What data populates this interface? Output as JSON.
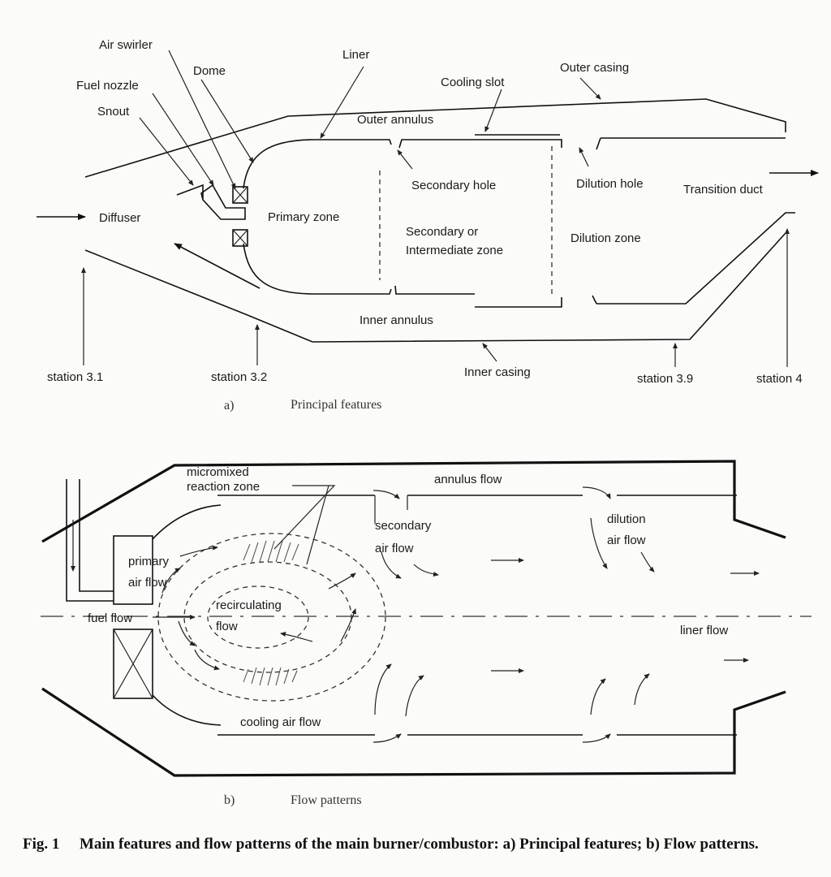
{
  "panel_a": {
    "caption_letter": "a)",
    "caption_text": "Principal features",
    "labels": {
      "air_swirler": "Air swirler",
      "dome": "Dome",
      "fuel_nozzle": "Fuel nozzle",
      "snout": "Snout",
      "liner": "Liner",
      "outer_casing": "Outer casing",
      "cooling_slot": "Cooling slot",
      "outer_annulus": "Outer annulus",
      "secondary_hole": "Secondary hole",
      "dilution_hole": "Dilution hole",
      "transition_duct": "Transition duct",
      "diffuser": "Diffuser",
      "primary_zone": "Primary zone",
      "secondary_zone_line1": "Secondary or",
      "secondary_zone_line2": "Intermediate zone",
      "dilution_zone": "Dilution zone",
      "inner_annulus": "Inner annulus",
      "inner_casing": "Inner casing",
      "station_31": "station 3.1",
      "station_32": "station 3.2",
      "station_39": "station 3.9",
      "station_4": "station 4"
    }
  },
  "panel_b": {
    "caption_letter": "b)",
    "caption_text": "Flow patterns",
    "labels": {
      "micromixed_line1": "micromixed",
      "micromixed_line2": "reaction zone",
      "annulus_flow": "annulus flow",
      "secondary_line1": "secondary",
      "secondary_line2": "air flow",
      "dilution_line1": "dilution",
      "dilution_line2": "air flow",
      "primary_line1": "primary",
      "primary_line2": "air flow",
      "recirculating_line1": "recirculating",
      "recirculating_line2": "flow",
      "fuel_flow": "fuel flow",
      "liner_flow": "liner flow",
      "cooling_air_flow": "cooling air flow"
    }
  },
  "figure_caption": {
    "number": "Fig. 1",
    "text": "Main features and flow patterns of the main burner/combustor: a) Principal features; b) Flow patterns."
  }
}
